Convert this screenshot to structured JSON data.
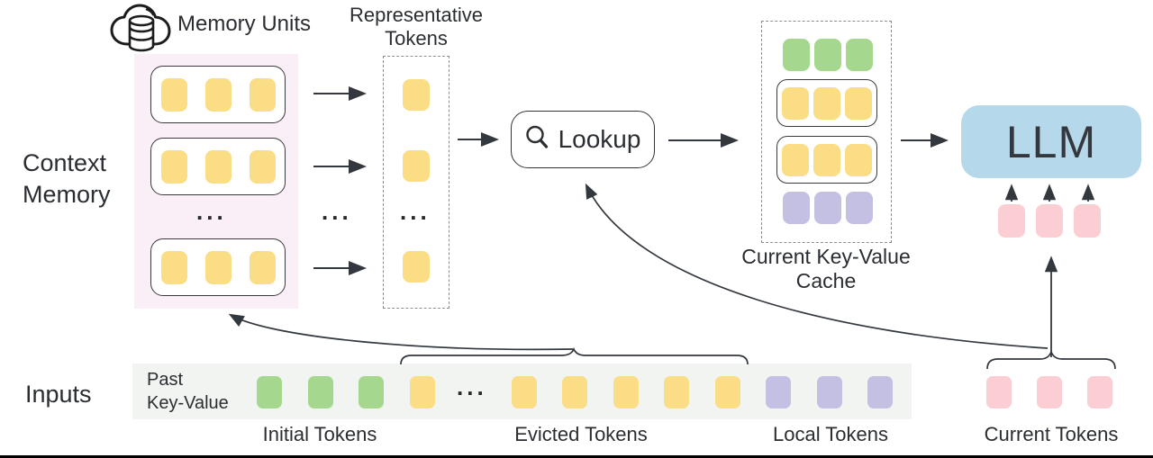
{
  "colors": {
    "token_yellow": "#FBDD85",
    "token_green": "#A6D78F",
    "token_purple": "#C4C0E3",
    "token_pink": "#FBCED3",
    "llm_blue": "#B6D8EB",
    "memory_bg": "#FAEFF7",
    "strip_bg": "#F2F4F1",
    "line": "#33383E",
    "text": "#2A2D31"
  },
  "header": {
    "memory_units": "Memory Units"
  },
  "left": {
    "context_line1": "Context",
    "context_line2": "Memory",
    "inputs": "Inputs"
  },
  "representative": {
    "line1": "Representative",
    "line2": "Tokens"
  },
  "lookup": {
    "label": "Lookup"
  },
  "cache_label": {
    "line1": "Current Key-Value",
    "line2": "Cache"
  },
  "llm": {
    "label": "LLM"
  },
  "strip": {
    "past_line1": "Past",
    "past_line2": "Key-Value"
  },
  "token_labels": {
    "initial": "Initial Tokens",
    "evicted": "Evicted Tokens",
    "local": "Local Tokens",
    "current": "Current Tokens"
  },
  "ellipsis": "...",
  "tokens": {
    "memory_rows": [
      3,
      3,
      3
    ],
    "representative": 3,
    "cache_initial": 3,
    "cache_evicted_rows": [
      3,
      3
    ],
    "cache_local": 3,
    "llm_inputs": 3,
    "current": 3,
    "strip_sequence": [
      "green",
      "green",
      "green",
      "yellow",
      "ellipsis",
      "yellow",
      "yellow",
      "yellow",
      "yellow",
      "yellow",
      "purple",
      "purple",
      "purple"
    ]
  }
}
